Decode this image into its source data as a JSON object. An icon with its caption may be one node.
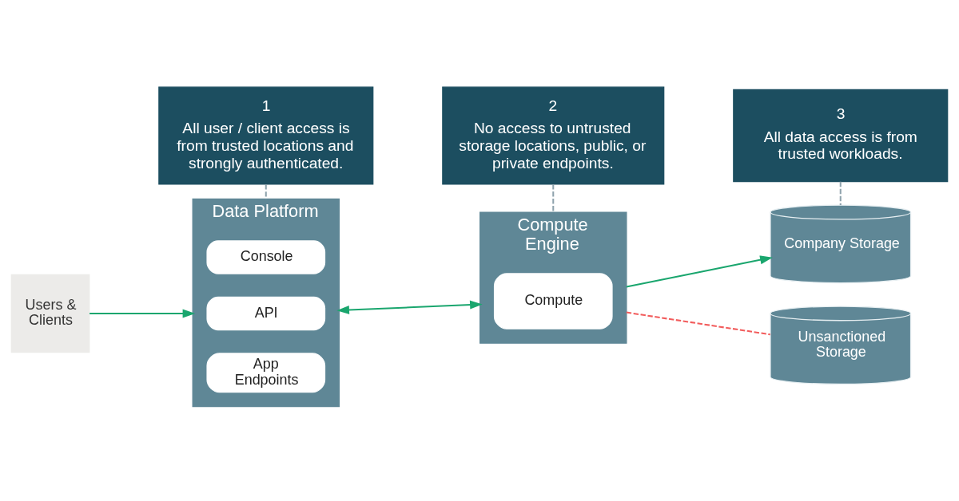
{
  "diagram": {
    "nodes": [
      {
        "text": [
          "1",
          "All user / client access is from trusted locations and strongly authenticated."
        ]
      },
      {
        "text": [
          "2",
          "No access to untrusted storage locations, public, or private endpoints."
        ]
      },
      {
        "text": [
          "3",
          "All data access is from trusted workloads."
        ]
      },
      {
        "text": [
          "Users & Clients"
        ]
      },
      {
        "text": [
          "Data Platform"
        ]
      },
      {
        "text": [
          "Console"
        ],
        "in": 4
      },
      {
        "text": [
          "API"
        ],
        "in": 4
      },
      {
        "text": [
          "App Endpoints"
        ],
        "in": 4
      },
      {
        "text": [
          "Compute Engine"
        ]
      },
      {
        "text": [
          "Compute"
        ],
        "in": 8
      },
      {
        "text": [
          "Company Storage"
        ]
      },
      {
        "text": [
          "Unsanctioned Storage"
        ]
      }
    ],
    "edges": [
      {
        "from": 0,
        "to": 4,
        "arrow": "none",
        "style": "dashed",
        "color": "#8fa3ad"
      },
      {
        "from": 1,
        "to": 8,
        "arrow": "none",
        "style": "dashed",
        "color": "#8fa3ad"
      },
      {
        "from": 2,
        "to": 10,
        "arrow": "none",
        "style": "dashed",
        "color": "#8fa3ad"
      },
      {
        "from": 3,
        "to": 4,
        "arrow": "to",
        "color": "#1aa66e"
      },
      {
        "from": 4,
        "to": 8,
        "arrow": "both",
        "color": "#1aa66e"
      },
      {
        "from": 8,
        "to": 10,
        "arrow": "to",
        "color": "#1aa66e"
      },
      {
        "from": 8,
        "to": 11,
        "arrow": "none",
        "style": "dashed",
        "color": "#f25c5c"
      }
    ]
  }
}
